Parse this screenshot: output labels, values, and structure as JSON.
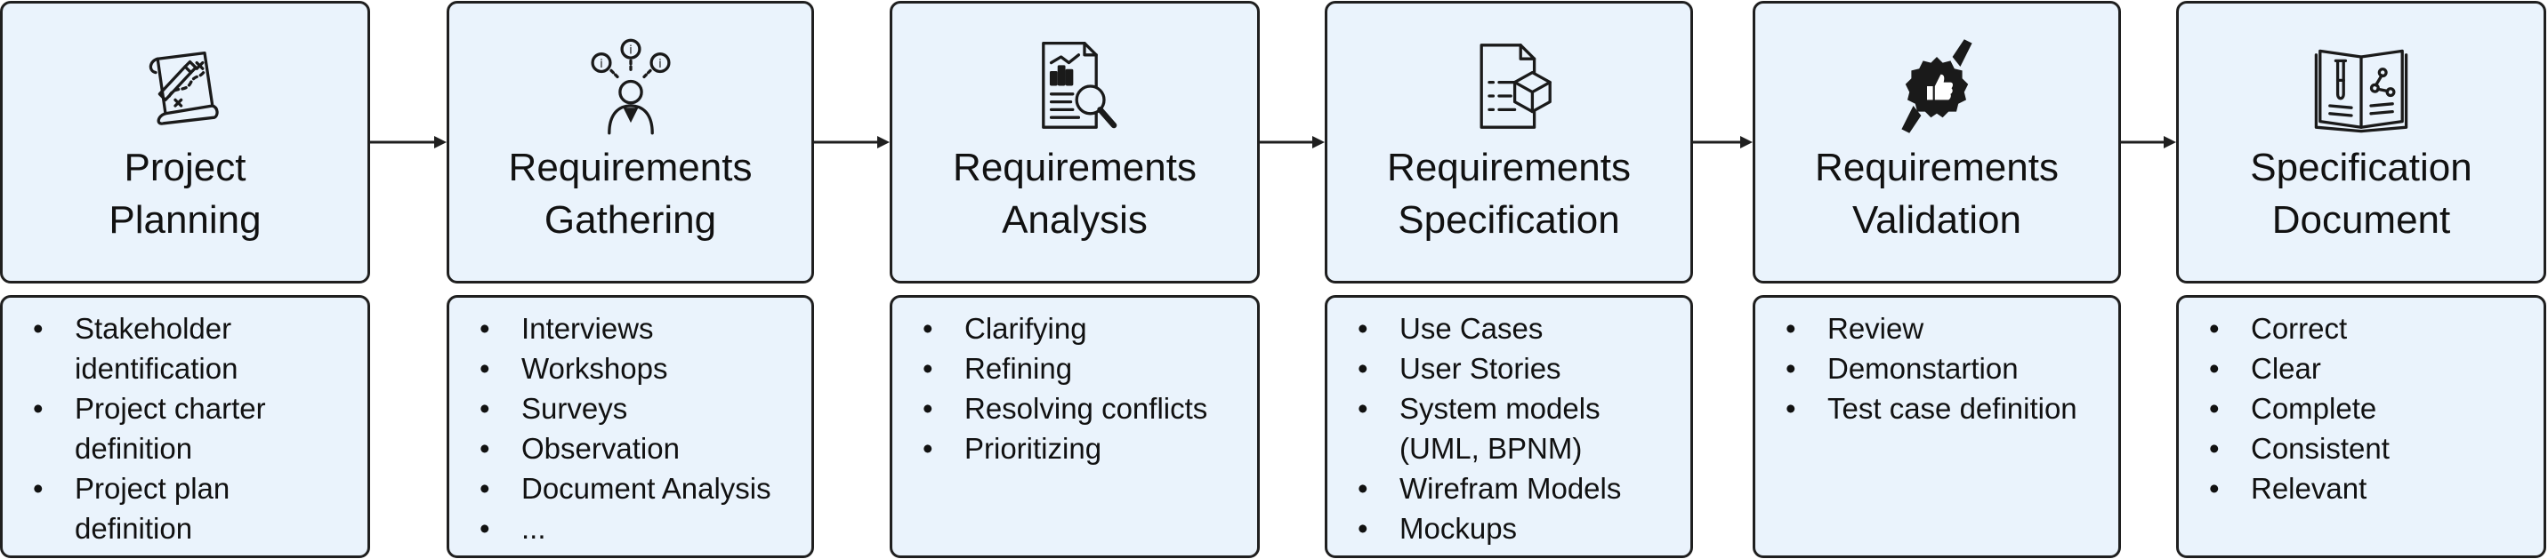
{
  "stages": [
    {
      "icon": "planning-map-icon",
      "title": [
        "Project",
        "Planning"
      ],
      "items": [
        "Stakeholder identification",
        "Project charter definition",
        "Project plan definition"
      ],
      "item_lines": [
        [
          "Stakeholder",
          "identification"
        ],
        [
          "Project charter",
          "definition"
        ],
        [
          "Project plan",
          "definition"
        ]
      ]
    },
    {
      "icon": "person-info-icon",
      "title": [
        "Requirements",
        "Gathering"
      ],
      "items": [
        "Interviews",
        "Workshops",
        "Surveys",
        "Observation",
        "Document Analysis",
        "..."
      ]
    },
    {
      "icon": "document-magnifier-icon",
      "title": [
        "Requirements",
        "Analysis"
      ],
      "items": [
        "Clarifying",
        "Refining",
        "Resolving conflicts",
        "Prioritizing"
      ]
    },
    {
      "icon": "document-cube-icon",
      "title": [
        "Requirements",
        "Specification"
      ],
      "items": [
        "Use Cases",
        "User Stories",
        "System models (UML, BPNM)",
        "Wirefram Models",
        "Mockups"
      ],
      "item_lines": [
        [
          "Use Cases"
        ],
        [
          "User Stories"
        ],
        [
          "System models",
          "(UML, BPNM)"
        ],
        [
          "Wirefram Models"
        ],
        [
          "Mockups"
        ]
      ]
    },
    {
      "icon": "thumbs-up-badge-icon",
      "title": [
        "Requirements",
        "Validation"
      ],
      "items": [
        "Review",
        "Demonstartion",
        "Test case definition"
      ]
    },
    {
      "icon": "open-book-icon",
      "title": [
        "Specification",
        "Document"
      ],
      "items": [
        "Correct",
        "Clear",
        "Complete",
        "Consistent",
        "Relevant"
      ]
    }
  ]
}
